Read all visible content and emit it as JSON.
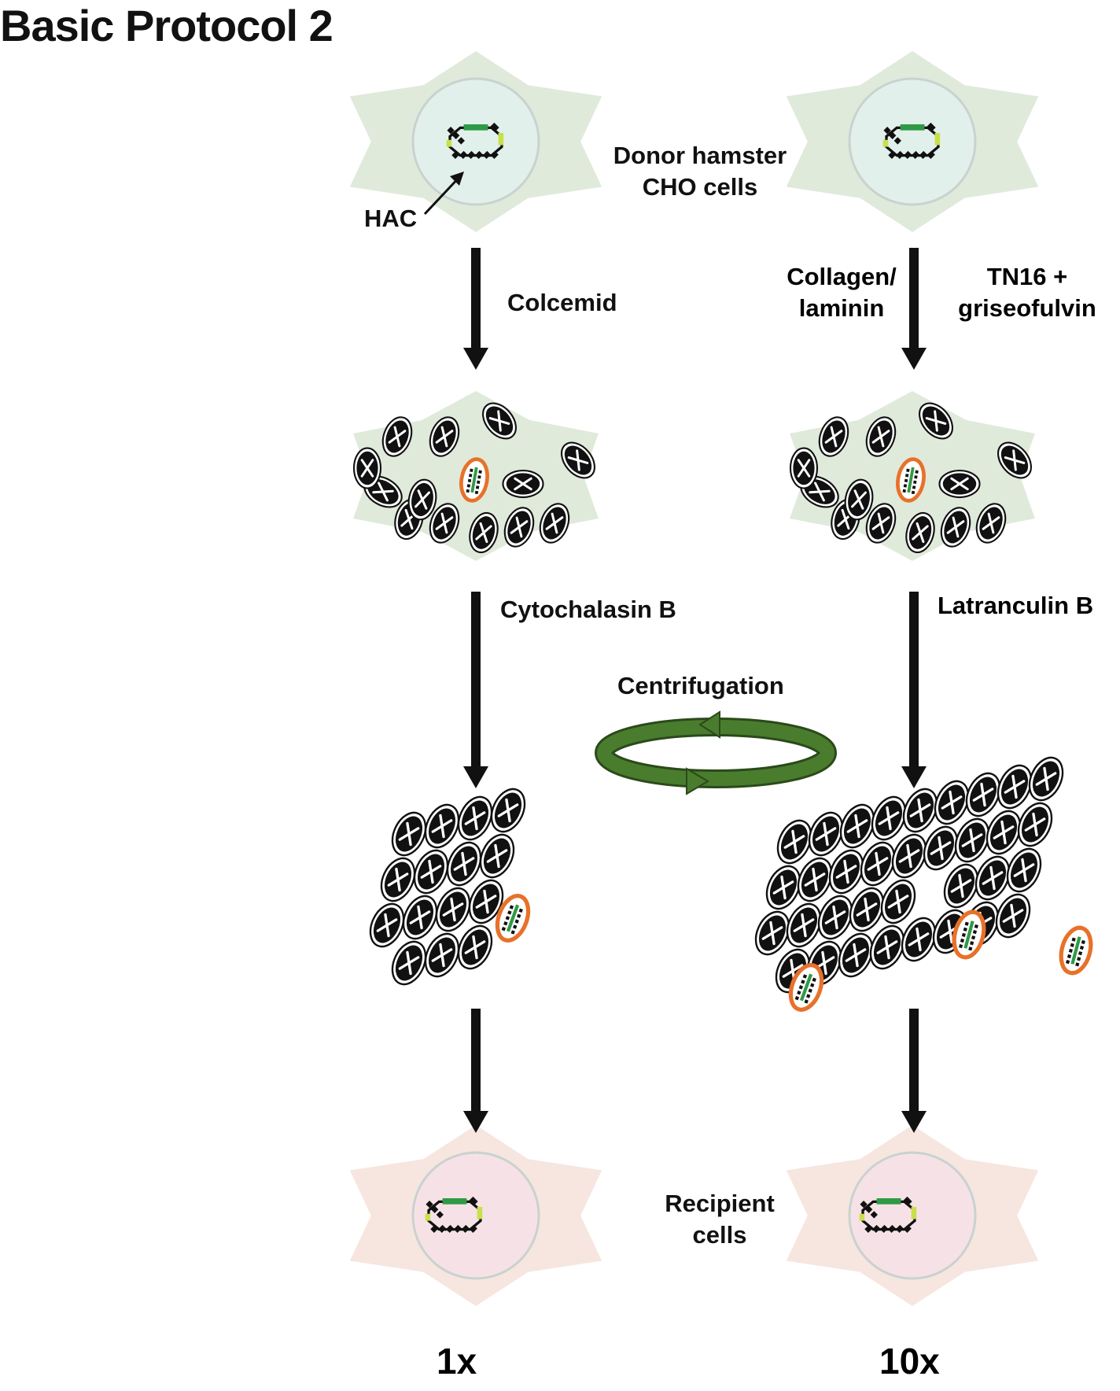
{
  "title": "Basic Protocol 2",
  "labels": {
    "donor_line1": "Donor hamster",
    "donor_line2": "CHO cells",
    "hac": "HAC",
    "colcemid": "Colcemid",
    "collagen_line1": "Collagen/",
    "collagen_line2": "laminin",
    "tn16_line1": "TN16 +",
    "tn16_line2": "griseofulvin",
    "cytochalasin": "Cytochalasin B",
    "latranculin": "Latranculin B",
    "centrifugation": "Centrifugation",
    "recipient_line1": "Recipient",
    "recipient_line2": "cells",
    "fold_left": "1x",
    "fold_right": "10x"
  },
  "colors": {
    "text": "#111111",
    "highlight_red": "#e8312f",
    "donor_cell": "#dfeadb",
    "donor_nucleus": "#e2f0ec",
    "recipient_cell": "#f6e6df",
    "recipient_nucleus": "#f6e2e6",
    "hac_ring": "#e8712a",
    "centrifuge_green": "#4a7c2e",
    "chromosome_green": "#2f9a46",
    "chromosome_yellow": "#c8e04a"
  },
  "icons": {
    "cell": "cell-icon",
    "chromosome": "chromosome-icon",
    "microcell": "microcell-icon",
    "centrifuge": "rotation-arrows-icon",
    "arrow": "down-arrow-icon"
  }
}
